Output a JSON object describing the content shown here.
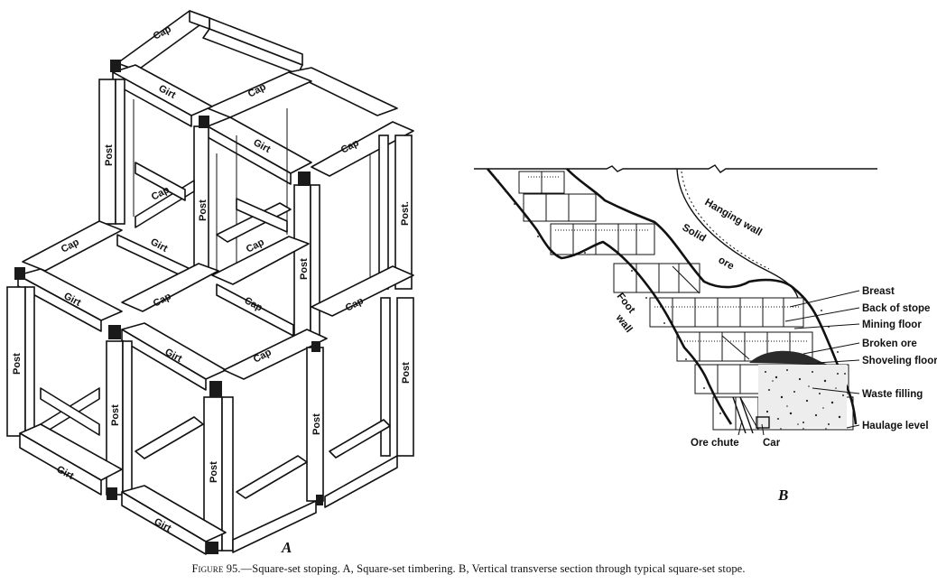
{
  "labels": {
    "cap": "Cap",
    "girt": "Girt",
    "post": "Post",
    "post_dot": "Post."
  },
  "section_labels": {
    "hanging_wall": "Hanging wall",
    "solid": "Solid",
    "ore": "ore",
    "foot": "Foot",
    "wall": "wall",
    "breast": "Breast",
    "back_of_stope": "Back of stope",
    "mining_floor": "Mining floor",
    "broken_ore": "Broken ore",
    "shoveling_floor": "Shoveling floor",
    "waste_filling": "Waste filling",
    "haulage_level": "Haulage level",
    "ore_chute": "Ore chute",
    "car": "Car"
  },
  "figure_letters": {
    "a": "A",
    "b": "B"
  },
  "caption": {
    "figure": "Figure 95.",
    "text": "—Square-set stoping.  A, Square-set timbering.  B, Vertical transverse section through typical square-set stope."
  }
}
